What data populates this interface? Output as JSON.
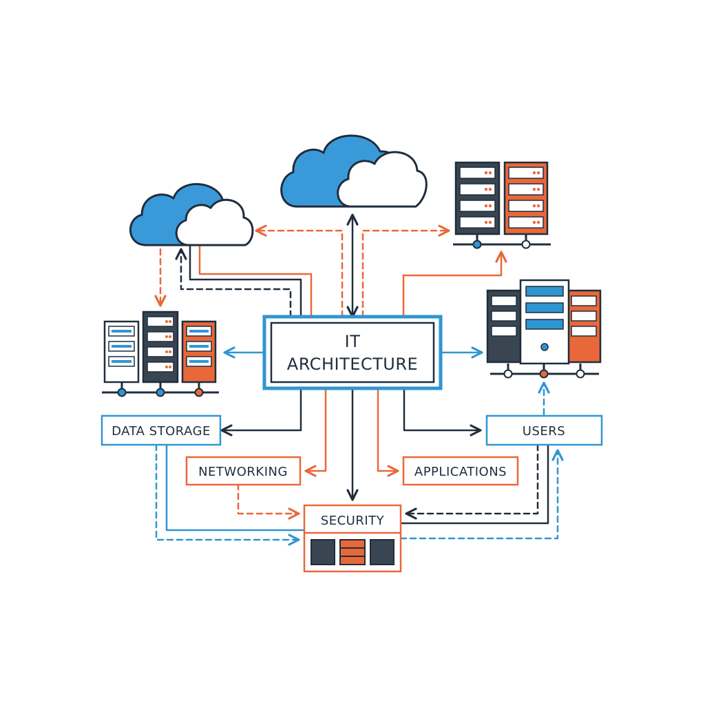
{
  "diagram": {
    "center": {
      "line1": "IT",
      "line2": "ARCHITECTURE"
    },
    "labels": {
      "data_storage": "DATA STORAGE",
      "users": "USERS",
      "networking": "NETWORKING",
      "applications": "APPLICATIONS",
      "security": "SECURITY"
    }
  },
  "colors": {
    "blue": "#2f96d1",
    "navy": "#1f2d3d",
    "orange": "#e8683a",
    "dark_gray": "#3a4552",
    "cloud_blue": "#3a9ad9",
    "white": "#ffffff"
  },
  "icons": [
    "cloud-icon",
    "server-rack-icon",
    "arrow-icon"
  ]
}
